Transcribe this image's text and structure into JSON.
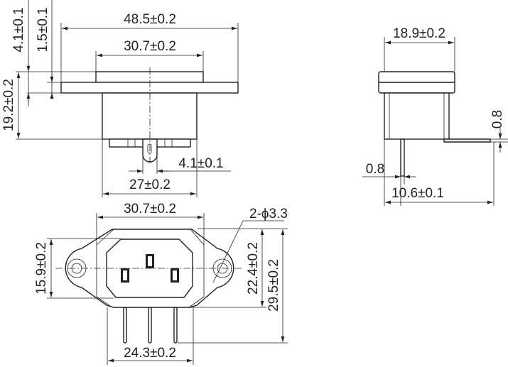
{
  "top_view": {
    "flange_width": "48.5±0.2",
    "top_width": "30.7±0.2",
    "height_total": "4.1±0.1",
    "flange_thickness": "1.5±0.1",
    "body_height": "19.2±0.2",
    "tab_width": "4.1±0.1",
    "body_width": "27±0.2"
  },
  "side_view": {
    "width": "18.9±0.2",
    "lead_thickness": "0.8",
    "pin_thickness": "0.8",
    "lead_length": "10.6±0.1"
  },
  "front_view": {
    "width": "30.7±0.2",
    "holes": "2-ϕ3.3",
    "inner_height": "15.9±0.2",
    "body_height": "22.4±0.2",
    "total_height": "29.5±0.2",
    "pin_span": "24.3±0.2"
  }
}
